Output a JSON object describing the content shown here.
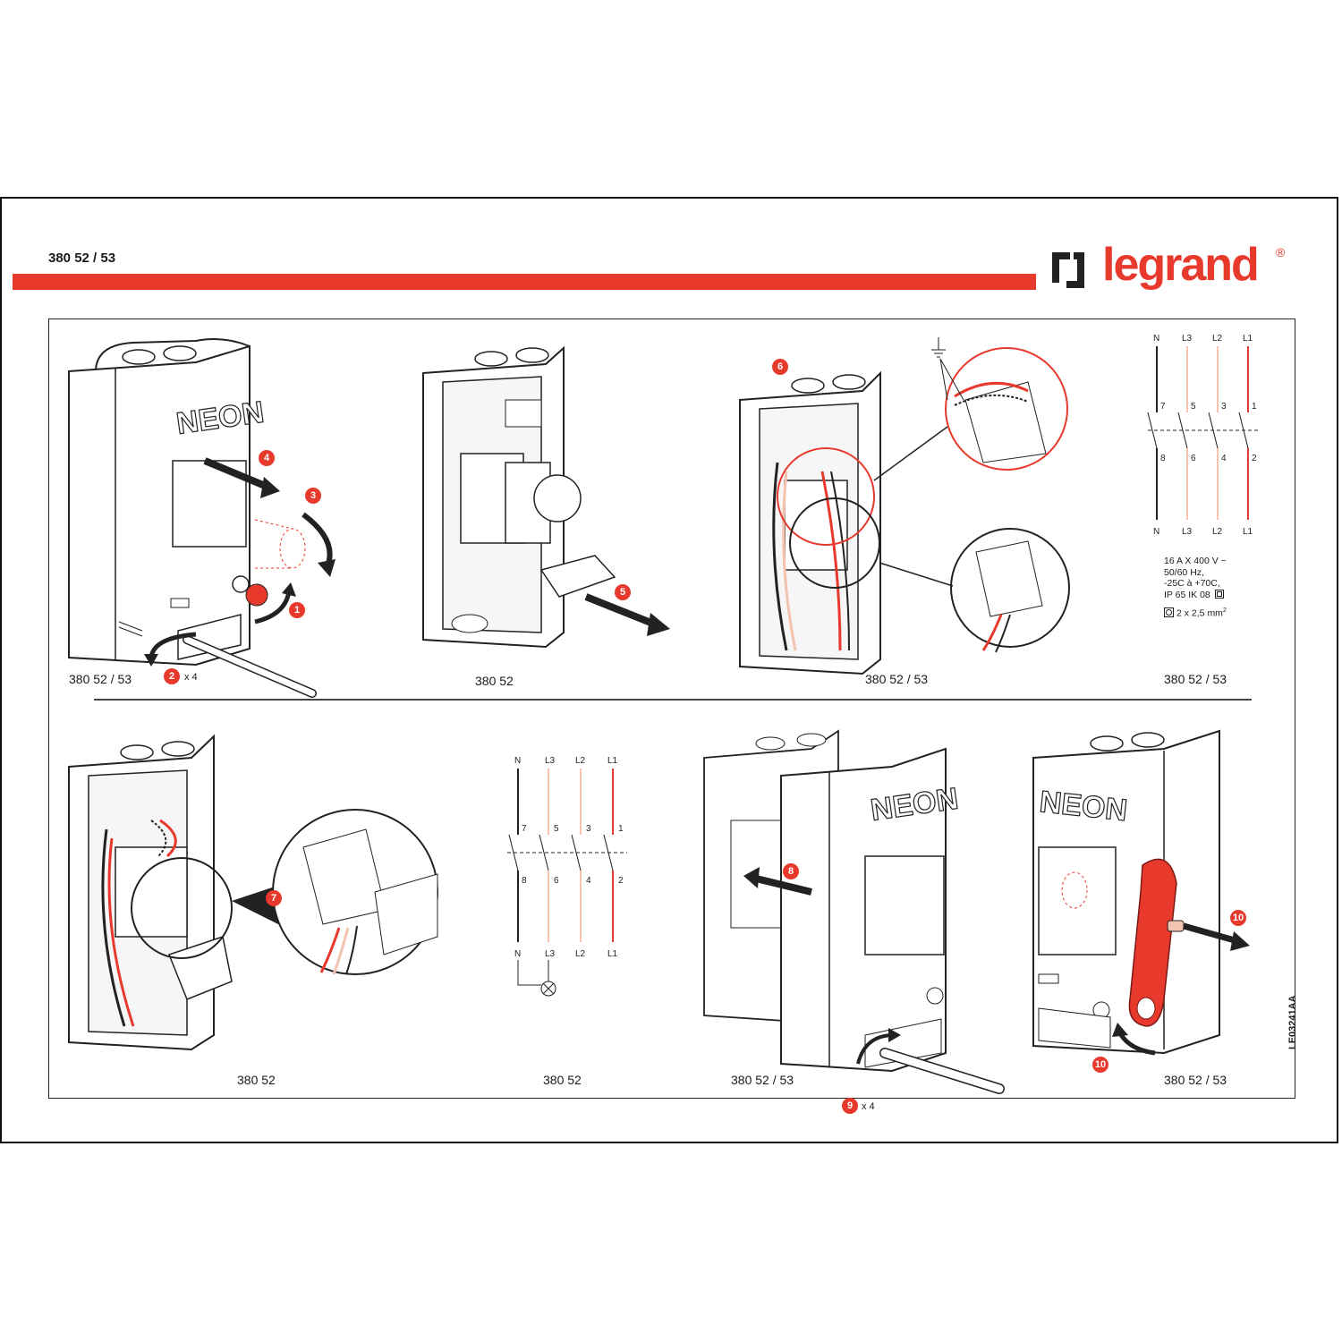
{
  "header": {
    "reference": "380 52 / 53",
    "brand": "legrand",
    "registered": "®"
  },
  "colors": {
    "accent": "#e8392d",
    "line": "#222222",
    "wire_light": "#f4c3b0"
  },
  "figures": {
    "fig1": {
      "caption": "380 52 / 53",
      "product_label": "NEON",
      "callouts": [
        "4",
        "3",
        "1",
        "2"
      ],
      "quantity": "x 4"
    },
    "fig2": {
      "caption": "380 52",
      "callouts": [
        "5"
      ]
    },
    "fig3": {
      "caption": "380 52 / 53",
      "callouts": [
        "6"
      ]
    },
    "fig4": {
      "caption": "380 52 / 53",
      "top_labels": [
        "N",
        "L3",
        "L2",
        "L1"
      ],
      "upper_terminals": [
        "7",
        "5",
        "3",
        "1"
      ],
      "lower_terminals": [
        "8",
        "6",
        "4",
        "2"
      ],
      "bottom_labels": [
        "N",
        "L3",
        "L2",
        "L1"
      ],
      "specs": [
        "16 A X 400 V ~",
        "50/60 Hz,",
        "-25C à +70C,",
        "IP 65 IK 08"
      ],
      "wire": "2 x 2,5 mm",
      "wire_sup": "2"
    },
    "fig5": {
      "caption": "380 52",
      "callouts": [
        "7"
      ]
    },
    "fig6": {
      "caption": "380 52",
      "top_labels": [
        "N",
        "L3",
        "L2",
        "L1"
      ],
      "upper_terminals": [
        "7",
        "5",
        "3",
        "1"
      ],
      "lower_terminals": [
        "8",
        "6",
        "4",
        "2"
      ],
      "bottom_labels": [
        "N",
        "L3",
        "L2",
        "L1"
      ]
    },
    "fig7": {
      "caption": "380 52 / 53",
      "product_label": "NEON",
      "callouts": [
        "8",
        "9"
      ],
      "quantity": "x 4"
    },
    "fig8": {
      "caption": "380 52 / 53",
      "product_label": "NEON",
      "callouts": [
        "10",
        "10"
      ]
    }
  },
  "document_code": "LE03241AA"
}
